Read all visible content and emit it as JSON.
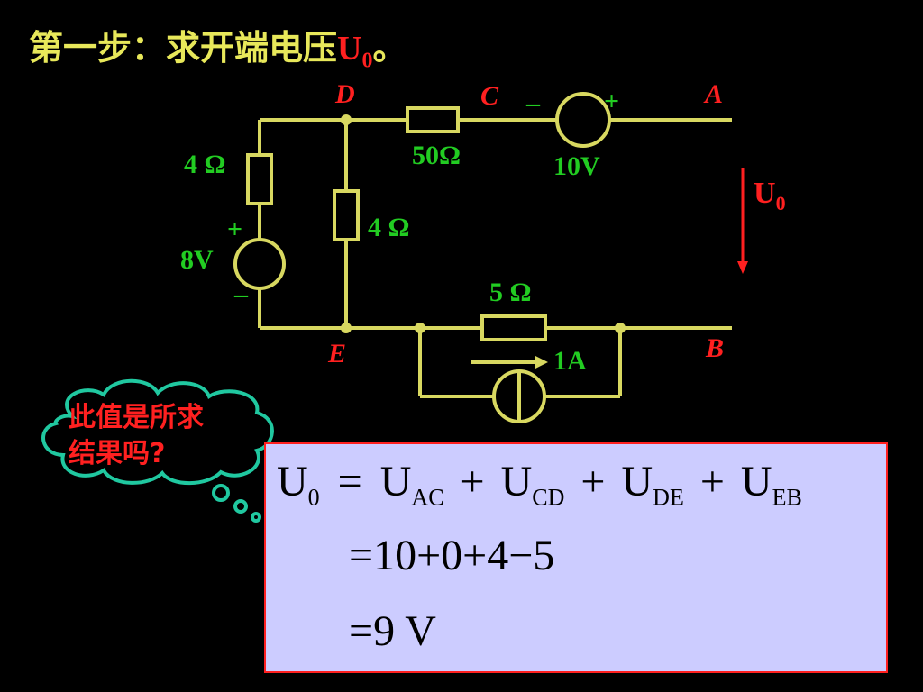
{
  "title": {
    "text": "第一步：求开端电压",
    "var": "U",
    "sub": "0",
    "tail": "。"
  },
  "nodes": {
    "D": "D",
    "C": "C",
    "A": "A",
    "E": "E",
    "B": "B"
  },
  "components": {
    "r_dc": "50Ω",
    "v_ca": "10V",
    "v_ca_minus": "–",
    "v_ca_plus": "+",
    "r_left": "4 Ω",
    "v_left": "8V",
    "v_left_plus": "+",
    "v_left_minus": "–",
    "r_mid": "4 Ω",
    "r_bottom": "5 Ω",
    "i_source": "1A"
  },
  "output_voltage": {
    "var": "U",
    "sub": "0"
  },
  "cloud": {
    "line1": "此值是所求",
    "line2": "结果吗?"
  },
  "formula": {
    "line1": {
      "lhs": "U",
      "lhs_sub": "0",
      "eq": "=",
      "t1": "U",
      "t1_sub": "AC",
      "p1": "+",
      "t2": "U",
      "t2_sub": "CD",
      "p2": "+",
      "t3": "U",
      "t3_sub": "DE",
      "p3": "+",
      "t4": "U",
      "t4_sub": "EB"
    },
    "line2": "=10+0+4−5",
    "line3": "=9 V"
  },
  "colors": {
    "wire": "#d8d860",
    "node_label": "#ff2020",
    "value_label": "#22cc22",
    "title": "#e8e85a",
    "arrow": "#ff2020",
    "cloud": "#20c8a0",
    "box_bg": "#ccccff"
  }
}
